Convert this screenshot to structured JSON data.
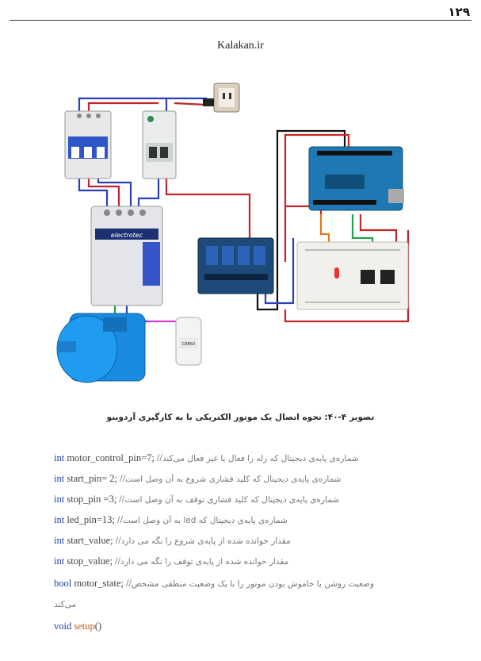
{
  "page": {
    "number": "۱۲۹",
    "watermark": "Kalakan.ir"
  },
  "figure": {
    "caption": "تصویر ۴-۴۰: نحوه اتصال یک موتور الکتریکی با به کارگیری آردوینو",
    "contactor_brand": "electrotec",
    "capacitor_label": "CBB60"
  },
  "code": [
    {
      "kw": "int",
      "code": " motor_control_pin=7; //",
      "comment": "شماره‌ی پایه‌ی دیجیتال که رله را فعال یا غیر فعال می‌کند"
    },
    {
      "kw": "int",
      "code": " start_pin= 2; //",
      "comment": "شماره‌ی پایه‌ی دیجیتال که کلید فشاری شروع به آن وصل است"
    },
    {
      "kw": "int",
      "code": " stop_pin =3; //",
      "comment": "شماره‌ی پایه‌ی دیجیتال که کلید فشاری توقف به آن وصل است"
    },
    {
      "kw": "int",
      "code": " led_pin=13; //",
      "comment": "شماره‌ی پایه‌ی دیجیتال که led به آن وصل است"
    },
    {
      "kw": "int",
      "code": " start_value; //",
      "comment": "مقدار خوانده شده از پایه‌ی شروع را نگه می دارد"
    },
    {
      "kw": "int",
      "code": " stop_value; //",
      "comment": "مقدار خوانده شده از پایه‌ی توقف را نگه می دارد"
    },
    {
      "kw": "bool",
      "code": " motor_state; //",
      "comment": "وضعیت روشن یا خاموش بودن موتور را با یک وضعیت منطقی مشخص"
    },
    {
      "comment_cont": "می‌کند"
    },
    {
      "kw": "void",
      "fn": " setup",
      "code": "()"
    }
  ]
}
